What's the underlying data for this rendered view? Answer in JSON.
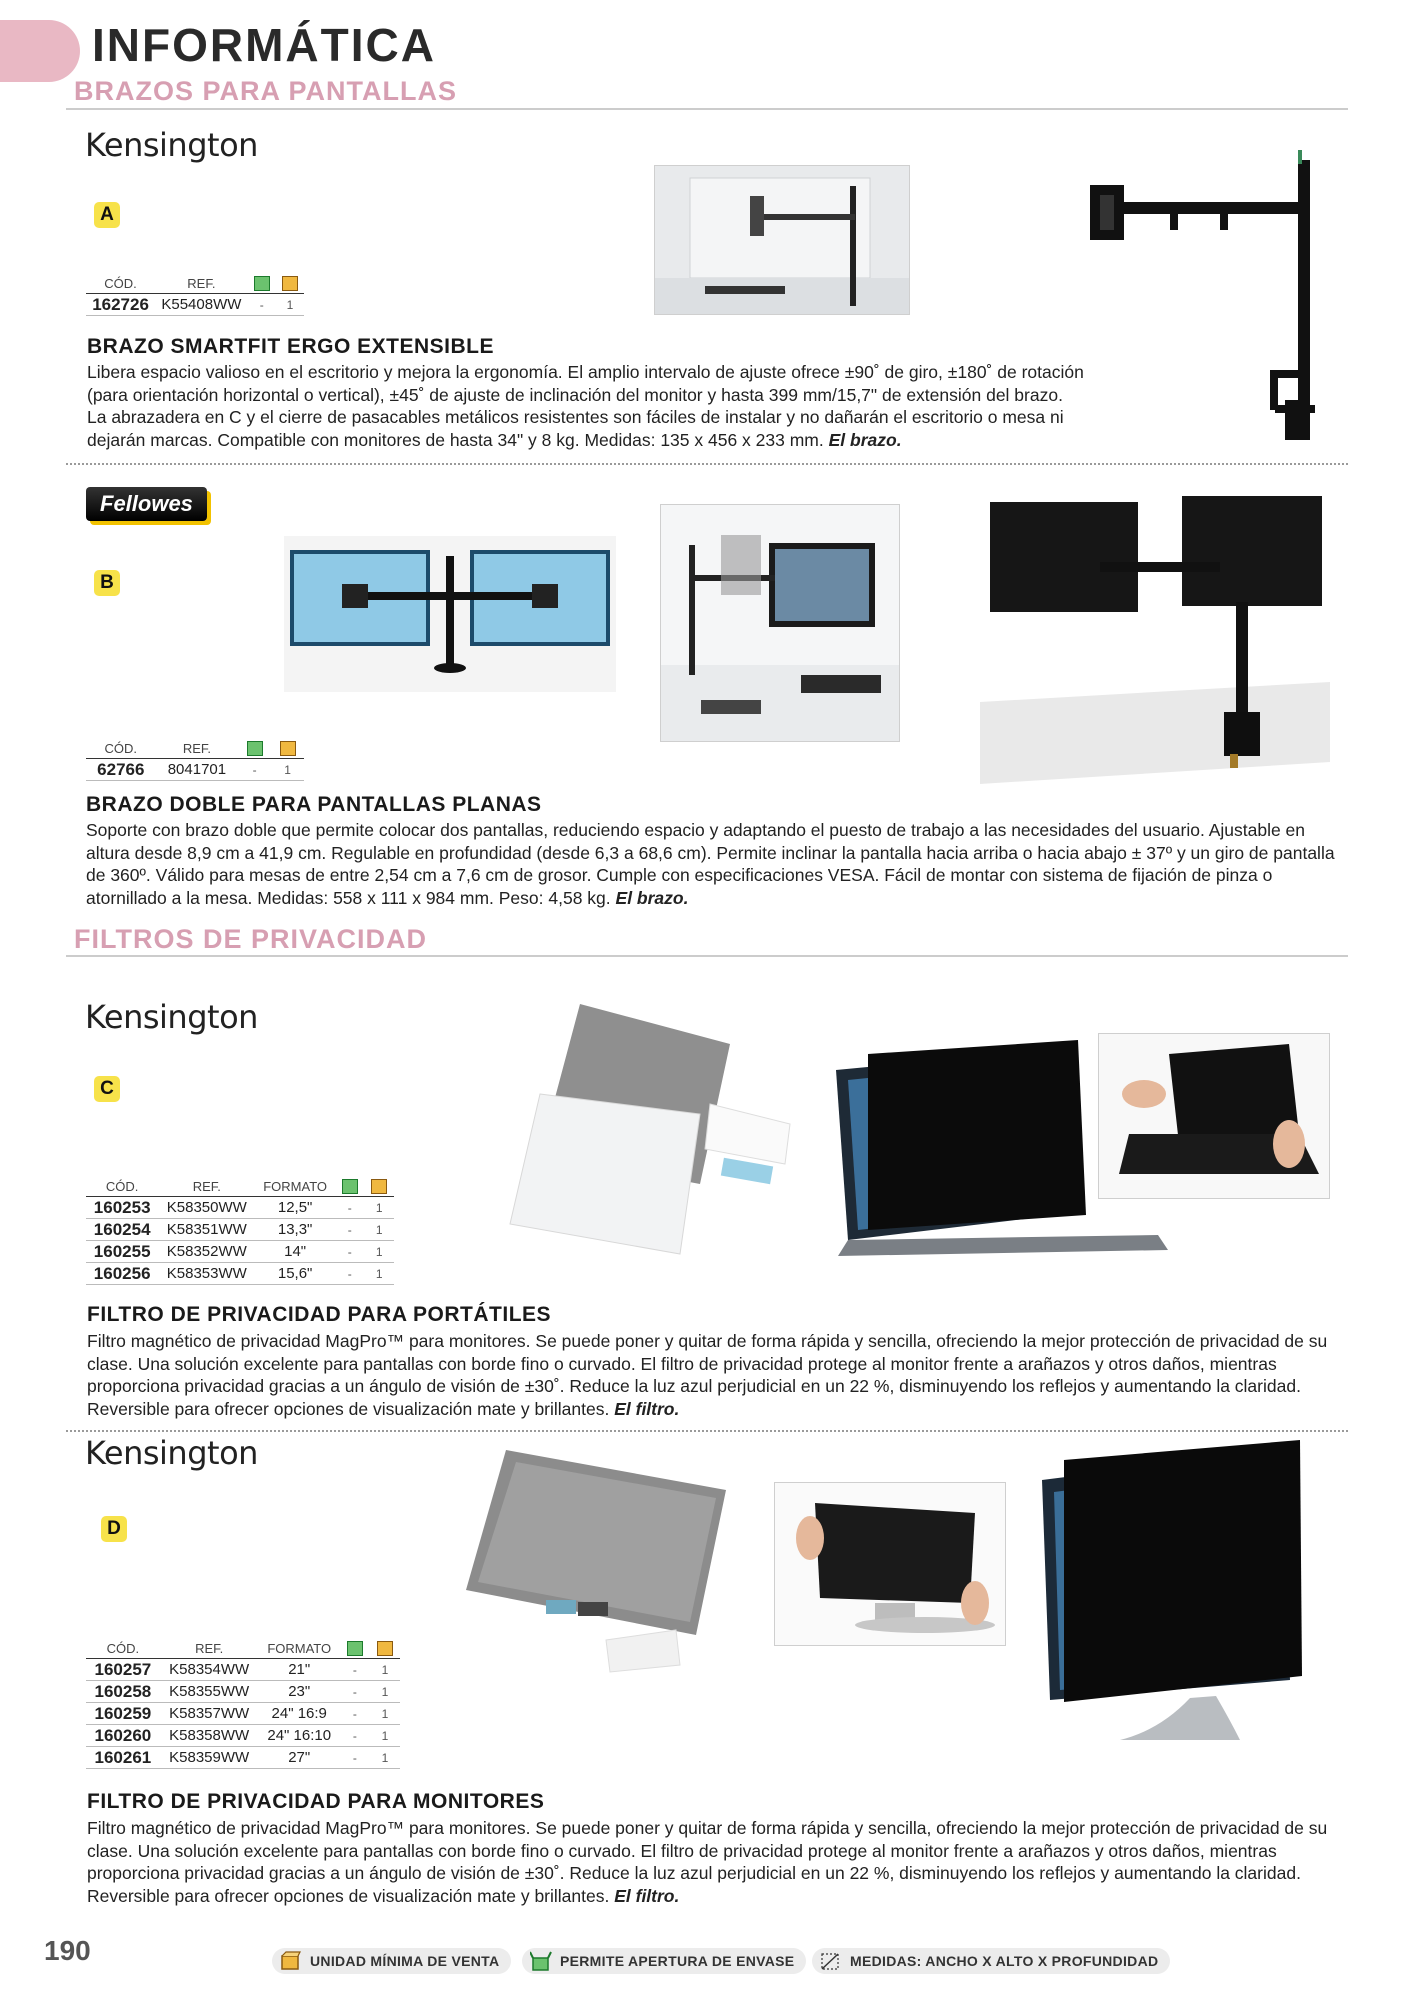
{
  "header": {
    "title": "INFORMÁTICA"
  },
  "sections": [
    {
      "title": "BRAZOS PARA PANTALLAS"
    },
    {
      "title": "FILTROS DE PRIVACIDAD"
    }
  ],
  "columns": {
    "cod": "CÓD.",
    "ref": "REF.",
    "formato": "FORMATO"
  },
  "products": [
    {
      "brand": "Kensington",
      "letter": "A",
      "rows": [
        {
          "cod": "162726",
          "ref": "K55408WW",
          "dash": "-",
          "qty": "1"
        }
      ],
      "title": "BRAZO SMARTFIT ERGO EXTENSIBLE",
      "desc": "Libera espacio valioso en el escritorio y mejora la ergonomía. El amplio intervalo de ajuste ofrece ±90˚ de giro, ±180˚ de rotación (para orientación horizontal o vertical), ±45˚ de ajuste de inclinación del monitor y hasta 399 mm/15,7\" de extensión del brazo. La abrazadera en C y el cierre de pasacables metálicos resistentes son fáciles de instalar y no dañarán el escritorio o mesa ni dejarán marcas. Compatible con monitores de hasta 34\" y 8 kg. Medidas: 135 x 456 x 233 mm.",
      "desc_tail": "El brazo."
    },
    {
      "brand": "Fellowes",
      "letter": "B",
      "rows": [
        {
          "cod": "62766",
          "ref": "8041701",
          "dash": "-",
          "qty": "1"
        }
      ],
      "title": "BRAZO DOBLE PARA PANTALLAS PLANAS",
      "desc": "Soporte con brazo doble que permite colocar dos pantallas, reduciendo espacio y adaptando el puesto de trabajo a las necesidades del usuario. Ajustable en altura desde 8,9 cm a 41,9 cm. Regulable en profundidad (desde 6,3 a 68,6 cm). Permite inclinar la pantalla hacia arriba o hacia abajo ± 37º y un giro de pantalla de 360º. Válido para mesas de entre 2,54 cm a 7,6 cm de grosor. Cumple con especificaciones VESA. Fácil de montar con sistema de fijación de pinza o atornillado a la mesa. Medidas: 558 x 111 x 984 mm. Peso: 4,58 kg.",
      "desc_tail": "El brazo."
    },
    {
      "brand": "Kensington",
      "letter": "C",
      "rows": [
        {
          "cod": "160253",
          "ref": "K58350WW",
          "formato": "12,5\"",
          "dash": "-",
          "qty": "1"
        },
        {
          "cod": "160254",
          "ref": "K58351WW",
          "formato": "13,3\"",
          "dash": "-",
          "qty": "1"
        },
        {
          "cod": "160255",
          "ref": "K58352WW",
          "formato": "14\"",
          "dash": "-",
          "qty": "1"
        },
        {
          "cod": "160256",
          "ref": "K58353WW",
          "formato": "15,6\"",
          "dash": "-",
          "qty": "1"
        }
      ],
      "title": "FILTRO DE PRIVACIDAD PARA PORTÁTILES",
      "desc": "Filtro magnético de privacidad MagPro™ para monitores. Se puede poner y quitar de forma rápida y sencilla, ofreciendo la mejor protección de privacidad de su clase. Una solución excelente para pantallas con borde fino o curvado. El filtro de privacidad protege al monitor frente a arañazos y otros daños, mientras proporciona privacidad gracias a un ángulo de visión de ±30˚. Reduce la luz azul perjudicial en un 22 %, disminuyendo los reflejos y aumentando la claridad. Reversible para ofrecer opciones de visualización mate y brillantes.",
      "desc_tail": "El filtro."
    },
    {
      "brand": "Kensington",
      "letter": "D",
      "rows": [
        {
          "cod": "160257",
          "ref": "K58354WW",
          "formato": "21\"",
          "dash": "-",
          "qty": "1"
        },
        {
          "cod": "160258",
          "ref": "K58355WW",
          "formato": "23\"",
          "dash": "-",
          "qty": "1"
        },
        {
          "cod": "160259",
          "ref": "K58357WW",
          "formato": "24\" 16:9",
          "dash": "-",
          "qty": "1"
        },
        {
          "cod": "160260",
          "ref": "K58358WW",
          "formato": "24\" 16:10",
          "dash": "-",
          "qty": "1"
        },
        {
          "cod": "160261",
          "ref": "K58359WW",
          "formato": "27\"",
          "dash": "-",
          "qty": "1"
        }
      ],
      "title": "FILTRO DE PRIVACIDAD PARA MONITORES",
      "desc": "Filtro magnético de privacidad MagPro™ para monitores. Se puede poner y quitar de forma rápida y sencilla, ofreciendo la mejor protección de privacidad de su clase. Una solución excelente para pantallas con borde fino o curvado. El filtro de privacidad protege al monitor frente a arañazos y otros daños, mientras proporciona privacidad gracias a un ángulo de visión de ±30˚. Reduce la luz azul perjudicial en un 22 %, disminuyendo los reflejos y aumentando la claridad. Reversible para ofrecer opciones de visualización mate y brillantes.",
      "desc_tail": "El filtro."
    }
  ],
  "footer": {
    "page_number": "190",
    "legend": [
      {
        "icon": "box-icon",
        "label": "UNIDAD MÍNIMA DE VENTA"
      },
      {
        "icon": "open-box-icon",
        "label": "PERMITE APERTURA DE ENVASE"
      },
      {
        "icon": "dimensions-icon",
        "label": "MEDIDAS: ANCHO X ALTO X PROFUNDIDAD"
      }
    ]
  },
  "colors": {
    "accent_pink": "#d79fb2",
    "tab_pink": "#e9b8c4",
    "badge_yellow": "#f7e24a"
  }
}
